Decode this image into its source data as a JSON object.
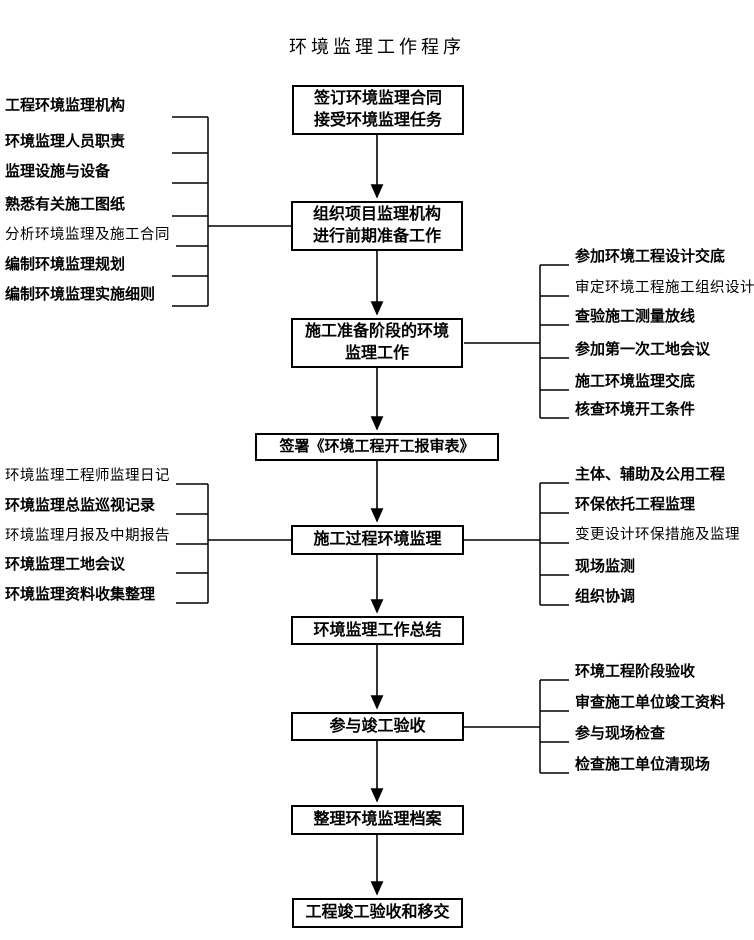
{
  "title": "环境监理工作程序",
  "boxes": {
    "b1": {
      "line1": "签订环境监理合同",
      "line2": "接受环境监理任务"
    },
    "b2": {
      "line1": "组织项目监理机构",
      "line2": "进行前期准备工作"
    },
    "b3": {
      "line1": "施工准备阶段的环境",
      "line2": "监理工作"
    },
    "b4": {
      "line1": "签署《环境工程开工报审表》"
    },
    "b5": {
      "line1": "施工过程环境监理"
    },
    "b6": {
      "line1": "环境监理工作总结"
    },
    "b7": {
      "line1": "参与竣工验收"
    },
    "b8": {
      "line1": "整理环境监理档案"
    },
    "b9": {
      "line1": "工程竣工验收和移交"
    }
  },
  "left_top": {
    "items": [
      {
        "label": "工程环境监理机构"
      },
      {
        "label": "环境监理人员职责"
      },
      {
        "label": "监理设施与设备"
      },
      {
        "label": "熟悉有关施工图纸"
      },
      {
        "label": "分析环境监理及施工合同"
      },
      {
        "label": "编制环境监理规划"
      },
      {
        "label": "编制环境监理实施细则"
      }
    ]
  },
  "left_mid": {
    "items": [
      {
        "label": "环境监理工程师监理日记"
      },
      {
        "label": "环境监理总监巡视记录"
      },
      {
        "label": "环境监理月报及中期报告"
      },
      {
        "label": "环境监理工地会议"
      },
      {
        "label": "环境监理资料收集整理"
      }
    ]
  },
  "right_top": {
    "items": [
      {
        "label": "参加环境工程设计交底"
      },
      {
        "label": "审定环境工程施工组织设计"
      },
      {
        "label": "查验施工测量放线"
      },
      {
        "label": "参加第一次工地会议"
      },
      {
        "label": "施工环境监理交底"
      },
      {
        "label": "核查环境开工条件"
      }
    ]
  },
  "right_mid": {
    "items": [
      {
        "label": "主体、辅助及公用工程"
      },
      {
        "label": "环保依托工程监理"
      },
      {
        "label": "变更设计环保措施及监理"
      },
      {
        "label": "现场监测"
      },
      {
        "label": "组织协调"
      }
    ]
  },
  "right_bottom": {
    "items": [
      {
        "label": "环境工程阶段验收"
      },
      {
        "label": "审查施工单位竣工资料"
      },
      {
        "label": "参与现场检查"
      },
      {
        "label": "检查施工单位清现场"
      }
    ]
  },
  "colors": {
    "background": "#ffffff",
    "line": "#000000",
    "text": "#000000"
  }
}
